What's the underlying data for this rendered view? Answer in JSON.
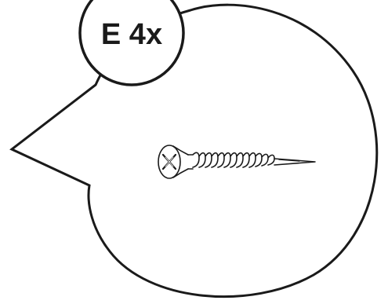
{
  "callout": {
    "part_label": "E 4x",
    "part_letter": "E",
    "quantity": "4x",
    "item_icon": "countersunk-phillips-screw-icon"
  },
  "colors": {
    "stroke": "#1a1a1a",
    "background": "#ffffff"
  }
}
